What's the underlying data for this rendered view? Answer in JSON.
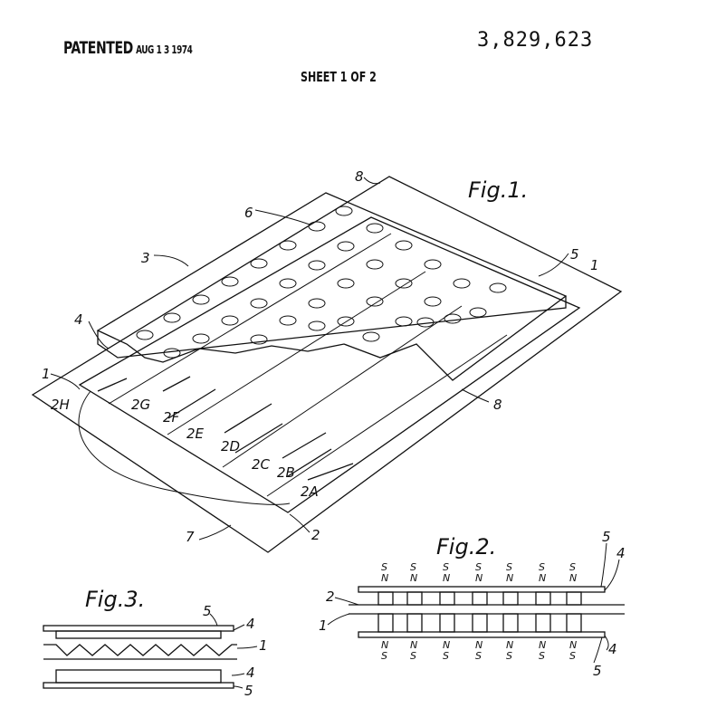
{
  "header": {
    "patented": "PATENTED",
    "date": "AUG 1 3 1974",
    "patent_number": "3,829,623",
    "sheet": "SHEET 1 OF 2"
  },
  "figures": {
    "fig1": {
      "title": "Fig.1.",
      "refs": [
        "8",
        "6",
        "3",
        "5",
        "1",
        "4",
        "1",
        "2H",
        "2G",
        "2F",
        "2E",
        "2D",
        "2C",
        "2B",
        "2A",
        "8",
        "7",
        "2"
      ]
    },
    "fig2": {
      "title": "Fig.2.",
      "refs": [
        "5",
        "4",
        "2",
        "1",
        "4",
        "5"
      ],
      "top_poles": [
        "S",
        "N",
        "S",
        "N",
        "S",
        "N",
        "S",
        "N",
        "S",
        "N",
        "S",
        "N",
        "S",
        "N"
      ],
      "bottom_poles": [
        "N",
        "S",
        "N",
        "S",
        "N",
        "S",
        "N",
        "S",
        "N",
        "S",
        "N",
        "S",
        "N",
        "S"
      ]
    },
    "fig3": {
      "title": "Fig.3.",
      "refs": [
        "5",
        "4",
        "1",
        "4",
        "5"
      ]
    }
  }
}
